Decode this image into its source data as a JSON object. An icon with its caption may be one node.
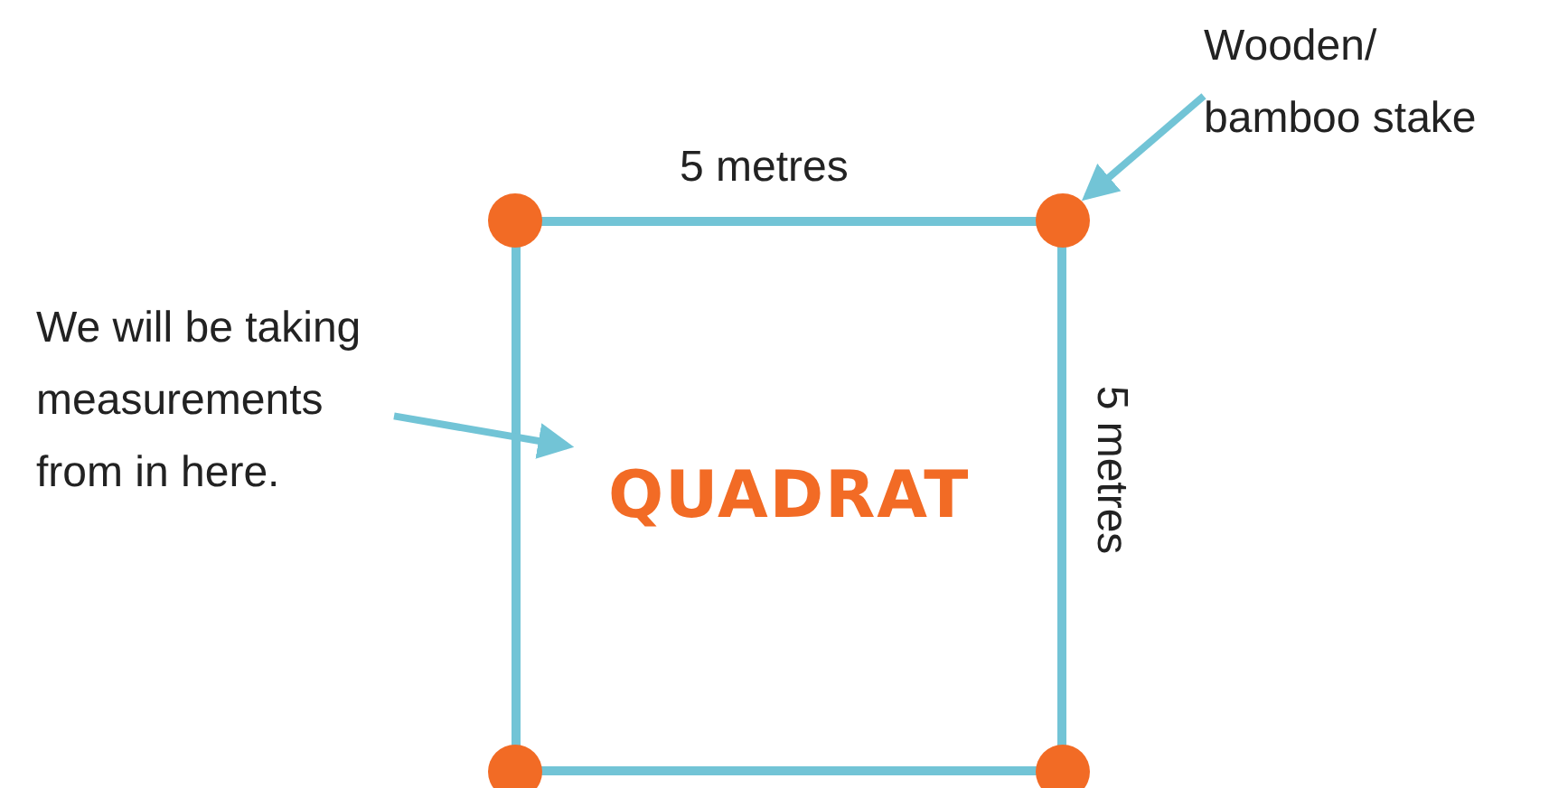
{
  "diagram": {
    "nodes": [
      {
        "text": [
          "Wooden/ bamboo stake"
        ]
      },
      {
        "text": [],
        "shape": "circle"
      },
      {
        "text": [],
        "shape": "circle"
      },
      {
        "text": [
          "We will be taking measurements from in here."
        ]
      },
      {
        "text": [
          "QUADRAT"
        ]
      },
      {
        "text": [],
        "shape": "circle"
      },
      {
        "text": [],
        "shape": "circle"
      }
    ],
    "edges": [
      {
        "from": 0,
        "to": 2,
        "arrow": "to"
      },
      {
        "from": 3,
        "to": 4,
        "arrow": "to"
      }
    ],
    "labels": [
      "5 metres",
      "5 metres"
    ]
  }
}
